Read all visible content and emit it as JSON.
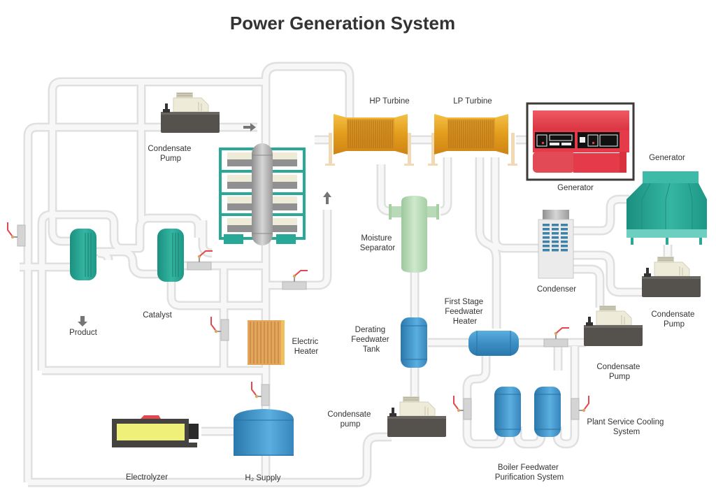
{
  "title": "Power Generation System",
  "colors": {
    "pipe": "#e0e0e0",
    "teal": "#2aa897",
    "turbine_gold": "#e8a423",
    "generator_red": "#e53a4a",
    "tank_blue": "#3b8fc4",
    "separator_green": "#b9dab8",
    "pump_dark": "#55524e",
    "pump_cream": "#eeecd9",
    "electrolyzer_yellow": "#eef07a",
    "heater_orange": "#e3a65a",
    "valve_red": "#e34850"
  },
  "labels": {
    "hp_turbine": "HP Turbine",
    "lp_turbine": "LP Turbine",
    "generator_main": "Generator",
    "generator_tower": "Generator",
    "condensate_pump_top": [
      "Condensate",
      "Pump"
    ],
    "moisture_separator": [
      "Moisture",
      "Separator"
    ],
    "condenser": "Condenser",
    "condensate_pump_right": [
      "Condensate",
      "Pump"
    ],
    "condensate_pump_mid": [
      "Condensate",
      "Pump"
    ],
    "first_stage_heater": [
      "First Stage",
      "Feedwater",
      "Heater"
    ],
    "derating_tank": [
      "Derating",
      "Feedwater",
      "Tank"
    ],
    "catalyst": "Catalyst",
    "product": "Product",
    "electric_heater": [
      "Electric",
      "Heater"
    ],
    "condensate_pump_bottom": [
      "Condensate",
      "pump"
    ],
    "plant_service_cooling": [
      "Plant Service Cooling",
      "System"
    ],
    "boiler_feedwater": [
      "Boiler Feedwater",
      "Purification System"
    ],
    "electrolyzer": "Electrolyzer",
    "h2_supply": "H₂ Supply"
  }
}
